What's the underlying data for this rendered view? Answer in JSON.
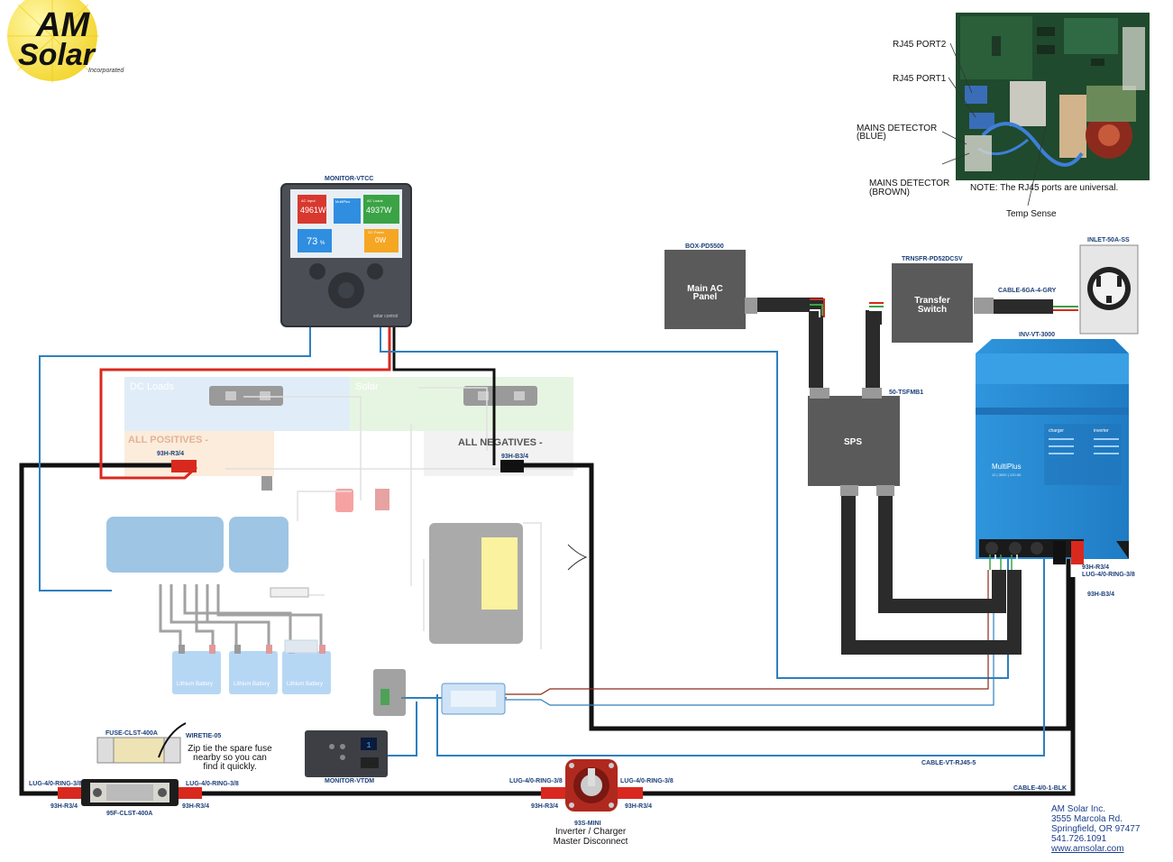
{
  "logo": {
    "line1": "AM",
    "line2": "Solar",
    "sub": "Incorporated"
  },
  "photo": {
    "labels": {
      "rj45_port2": "RJ45 PORT2",
      "rj45_port1": "RJ45 PORT1",
      "mains_blue_1": "MAINS DETECTOR",
      "mains_blue_2": "(BLUE)",
      "mains_brown_1": "MAINS DETECTOR",
      "mains_brown_2": "(BROWN)",
      "note": "NOTE: The RJ45 ports are universal.",
      "temp_sense": "Temp Sense"
    }
  },
  "monitor_vtcc": {
    "part": "MONITOR-VTCC",
    "screen": {
      "ac_input": "AC Input",
      "ac_input_value": "4961W",
      "inverter": "MultiPlus",
      "ac_loads": "AC Loads",
      "ac_loads_value": "4937W",
      "battery_value": "73",
      "battery_pct": "%",
      "dc_power": "DC Power",
      "dc_power_value": "0W"
    },
    "brand": "solar control"
  },
  "faded_panel": {
    "dc_loads": "DC Loads",
    "solar": "Solar",
    "all_positives": "ALL POSITIVES -",
    "all_negatives": "ALL NEGATIVES -",
    "battery_1": "Lithium Battery",
    "battery_2": "Lithium Battery",
    "battery_3": "Lithium Battery"
  },
  "labels": {
    "h93_left": "93H-R3/4",
    "h93_neg": "93H-B3/4",
    "box_pd": "BOX-PD5500",
    "main_ac_1": "Main AC",
    "main_ac_2": "Panel",
    "transfer_part": "TRNSFR-PD52DCSV",
    "transfer_1": "Transfer",
    "transfer_2": "Switch",
    "cable_gry": "CABLE-6GA-4-GRY",
    "inlet": "INLET-50A-SS",
    "inverter": "INV-VT-3000",
    "tsfmb": "50-TSFMB1",
    "sps": "SPS",
    "inv_93h_r": "93H-R3/4",
    "inv_lug": "LUG-4/0-RING-3/8",
    "inv_93h_b": "93H-B3/4",
    "cable_rj45": "CABLE-VT-RJ45-5",
    "cable_blk": "CABLE-4/0-1-BLK",
    "fuse_clst": "FUSE-CLST-400A",
    "wiretie": "WIRETIE-05",
    "zip_1": "Zip tie the spare fuse",
    "zip_2": "nearby so you can",
    "zip_3": "find it quickly.",
    "lug_left": "LUG-4/0-RING-3/8",
    "lug_mid_l": "LUG-4/0-RING-3/8",
    "lug_mid_r": "LUG-4/0-RING-3/8",
    "lug_right_fuse": "LUG-4/0-RING-3/8",
    "h93_fuse_l": "93H-R3/4",
    "h93_fuse_r": "93H-R3/4",
    "fuse_block": "95F-CLST-400A",
    "monitor_vtdm": "MONITOR-VTDM",
    "vtdm_display": "1",
    "h93_sw_l": "93H-R3/4",
    "h93_sw_r": "93H-R3/4",
    "switch_part": "93S-MINI",
    "switch_1": "Inverter / Charger",
    "switch_2": "Master Disconnect",
    "multiplus_brand": "MultiPlus",
    "multiplus_sub": "12 | 3000 | 120-50",
    "charger_label": "charger",
    "inverter_label": "inverter"
  },
  "address": {
    "company": "AM Solar Inc.",
    "street": "3555 Marcola Rd.",
    "city": "Springfield, OR 97477",
    "phone": "541.726.1091",
    "web": "www.amsolar.com"
  },
  "colors": {
    "cable_black": "#111111",
    "cable_red": "#d9291f",
    "cable_blue": "#2e7fbf",
    "box_gray": "#5a5a5a",
    "inverter_blue": "#2a8ed6",
    "label_blue": "#1c3f78"
  }
}
